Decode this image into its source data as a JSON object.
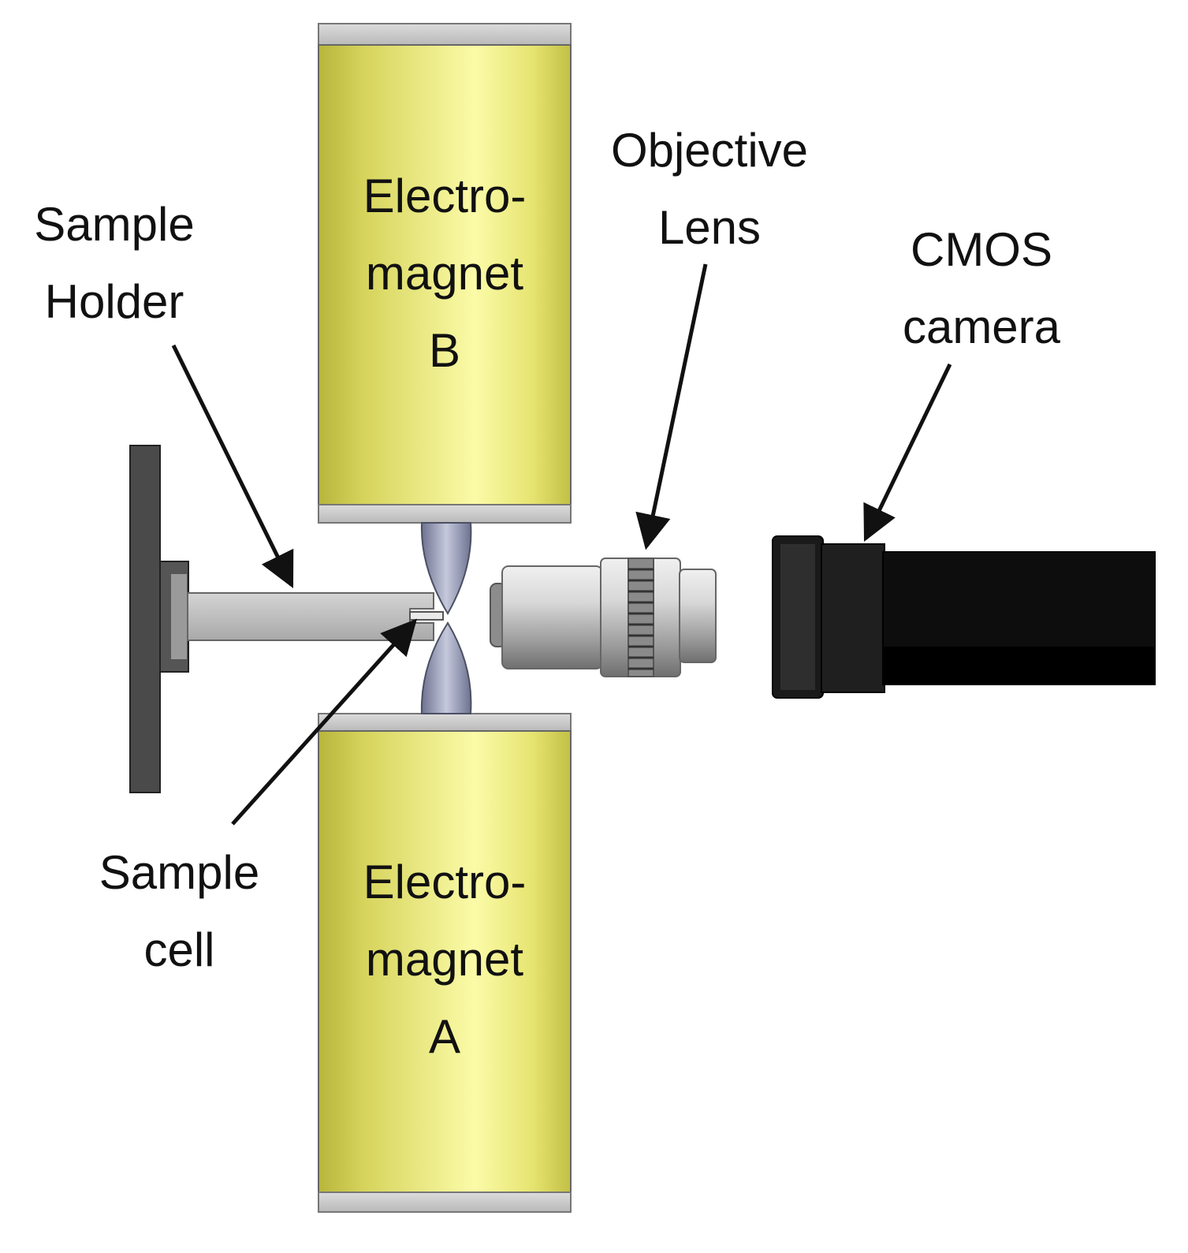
{
  "magnet_b": {
    "line1": "Electro-",
    "line2": "magnet",
    "line3": "B"
  },
  "magnet_a": {
    "line1": "Electro-",
    "line2": "magnet",
    "line3": "A"
  },
  "sample_holder": {
    "line1": "Sample",
    "line2": "Holder"
  },
  "sample_cell": {
    "line1": "Sample",
    "line2": "cell"
  },
  "objective_lens": {
    "line1": "Objective",
    "line2": "Lens"
  },
  "cmos_camera": {
    "line1": "CMOS",
    "line2": "camera"
  },
  "colors": {
    "magnet_body": "#e6e678",
    "magnet_cap": "#c9c9c9",
    "pole_tip": "#9ea3bb",
    "holder": "#c8c8c8",
    "mount": "#444444",
    "lens": "#cfcfcf",
    "camera": "#0d0d0d",
    "arrow": "#111111"
  }
}
